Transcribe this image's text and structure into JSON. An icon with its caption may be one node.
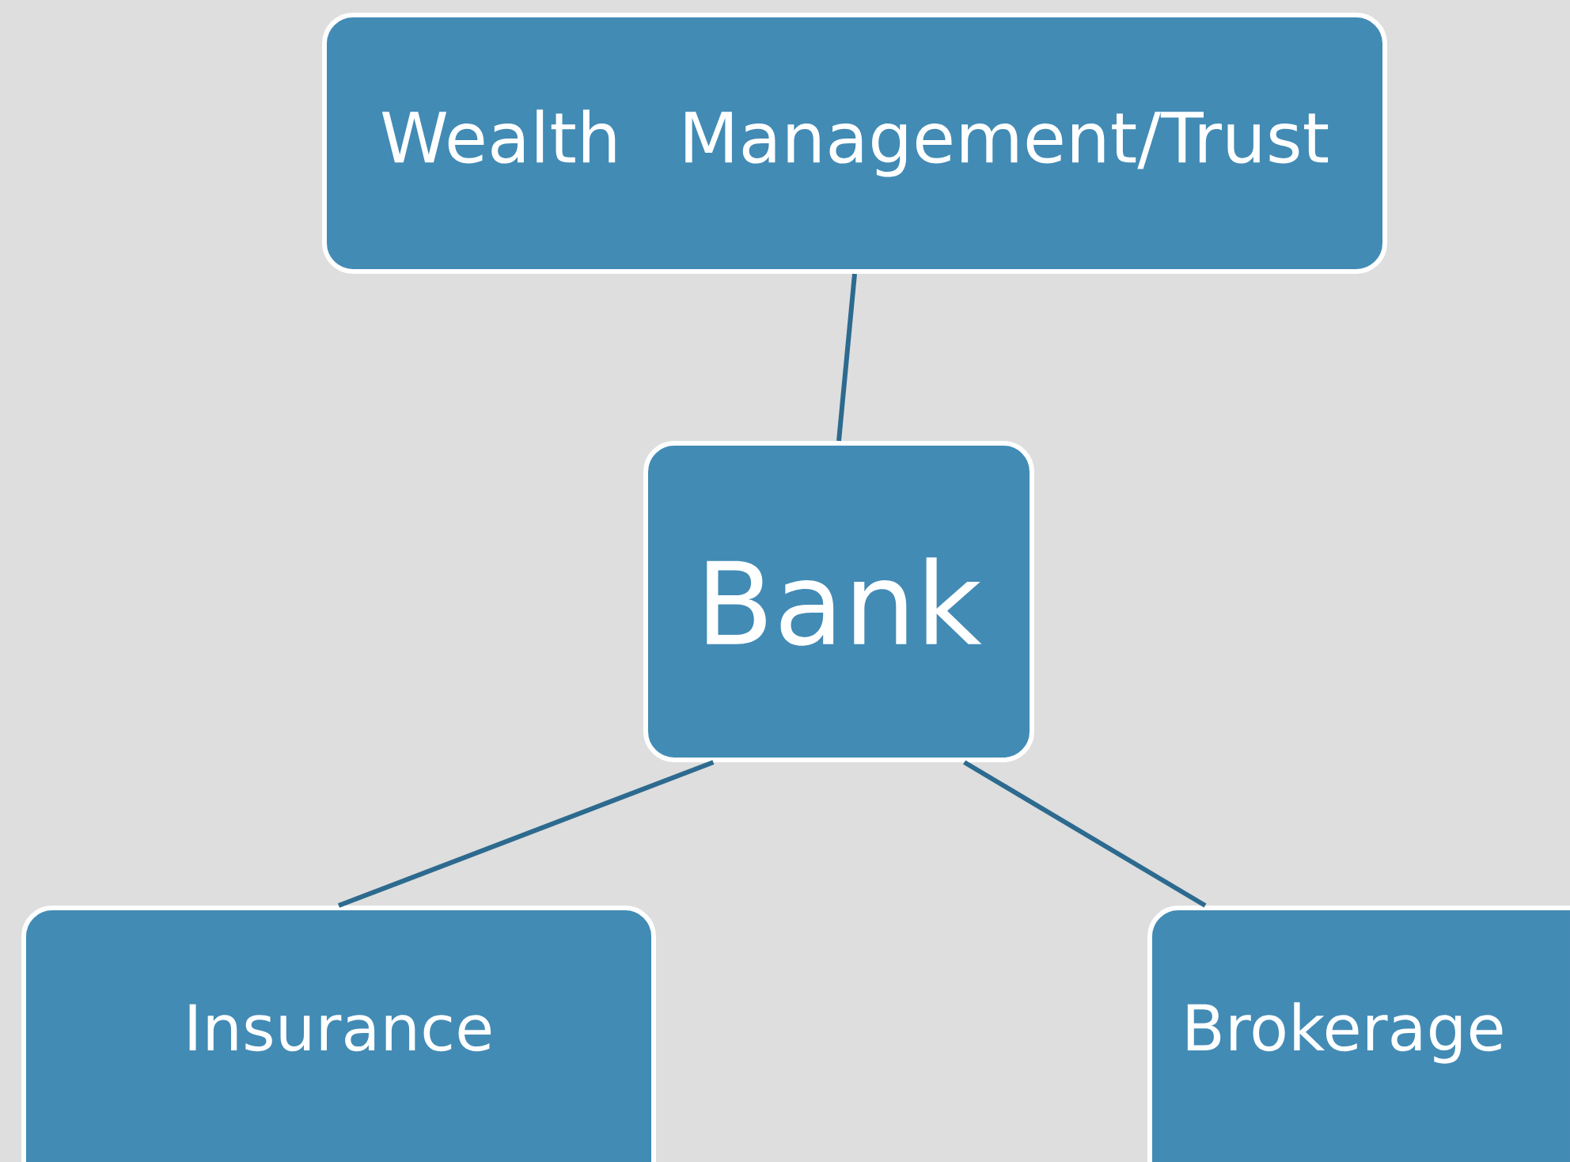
{
  "diagram": {
    "nodes": [
      {
        "text": [
          "Wealth Management/Trust"
        ]
      },
      {
        "text": [
          "Bank"
        ]
      },
      {
        "text": [
          "Insurance"
        ]
      },
      {
        "text": [
          "Brokerage"
        ]
      }
    ],
    "edges": [
      {
        "from": 0,
        "to": 1,
        "arrow": "none"
      },
      {
        "from": 1,
        "to": 2,
        "arrow": "none"
      },
      {
        "from": 1,
        "to": 3,
        "arrow": "none"
      }
    ]
  }
}
